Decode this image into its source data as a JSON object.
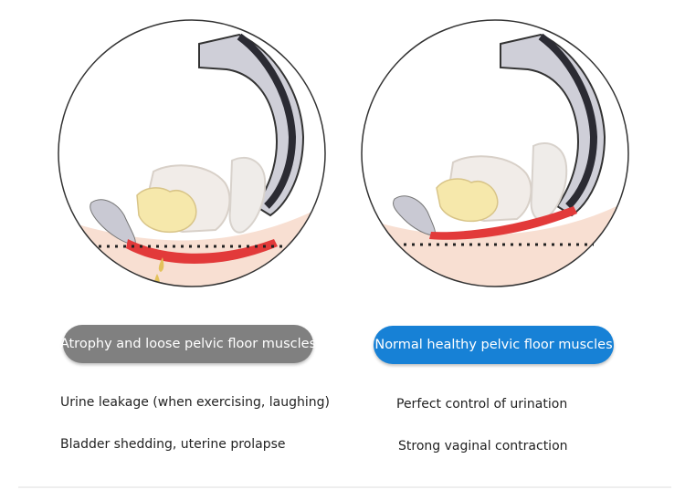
{
  "panels": [
    {
      "id": "atrophy",
      "label": "Atrophy and loose pelvic floor muscles",
      "label_color": "#808080",
      "points": [
        "Urine leakage (when exercising, laughing)",
        "Bladder shedding, uterine prolapse"
      ]
    },
    {
      "id": "healthy",
      "label": "Normal healthy pelvic floor muscles",
      "label_color": "#1781d6",
      "points": [
        "Perfect control of urination",
        "Strong vaginal contraction"
      ]
    }
  ],
  "colors": {
    "muscle": "#e23a3a",
    "skin": "#f7dccf",
    "bone": "#c9c9d3",
    "bladder": "#f5e7a8",
    "urine_drop": "#e3c25c"
  }
}
